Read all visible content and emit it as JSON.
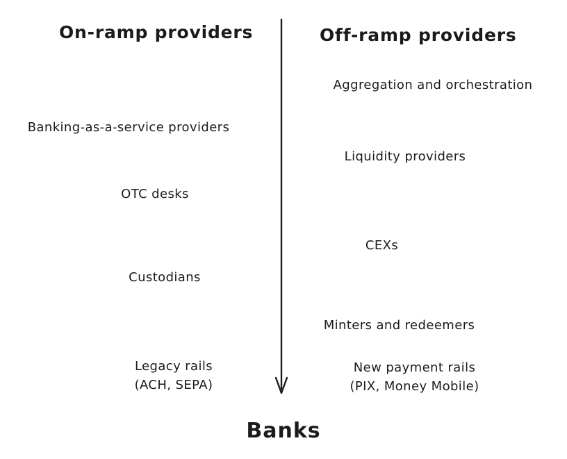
{
  "diagram": {
    "left_header": "On-ramp providers",
    "right_header": "Off-ramp providers",
    "left_items": [
      {
        "label": "Banking-as-a-service providers"
      },
      {
        "label": "OTC desks"
      },
      {
        "label": "Custodians"
      },
      {
        "label": "Legacy rails",
        "sub": "(ACH, SEPA)"
      }
    ],
    "right_items": [
      {
        "label": "Aggregation and orchestration"
      },
      {
        "label": "Liquidity providers"
      },
      {
        "label": "CEXs"
      },
      {
        "label": "Minters and redeemers"
      },
      {
        "label": "New payment rails",
        "sub": "(PIX, Money Mobile)"
      }
    ],
    "bottom_label": "Banks",
    "colors": {
      "ink": "#1b1b1b",
      "background": "#ffffff"
    }
  }
}
